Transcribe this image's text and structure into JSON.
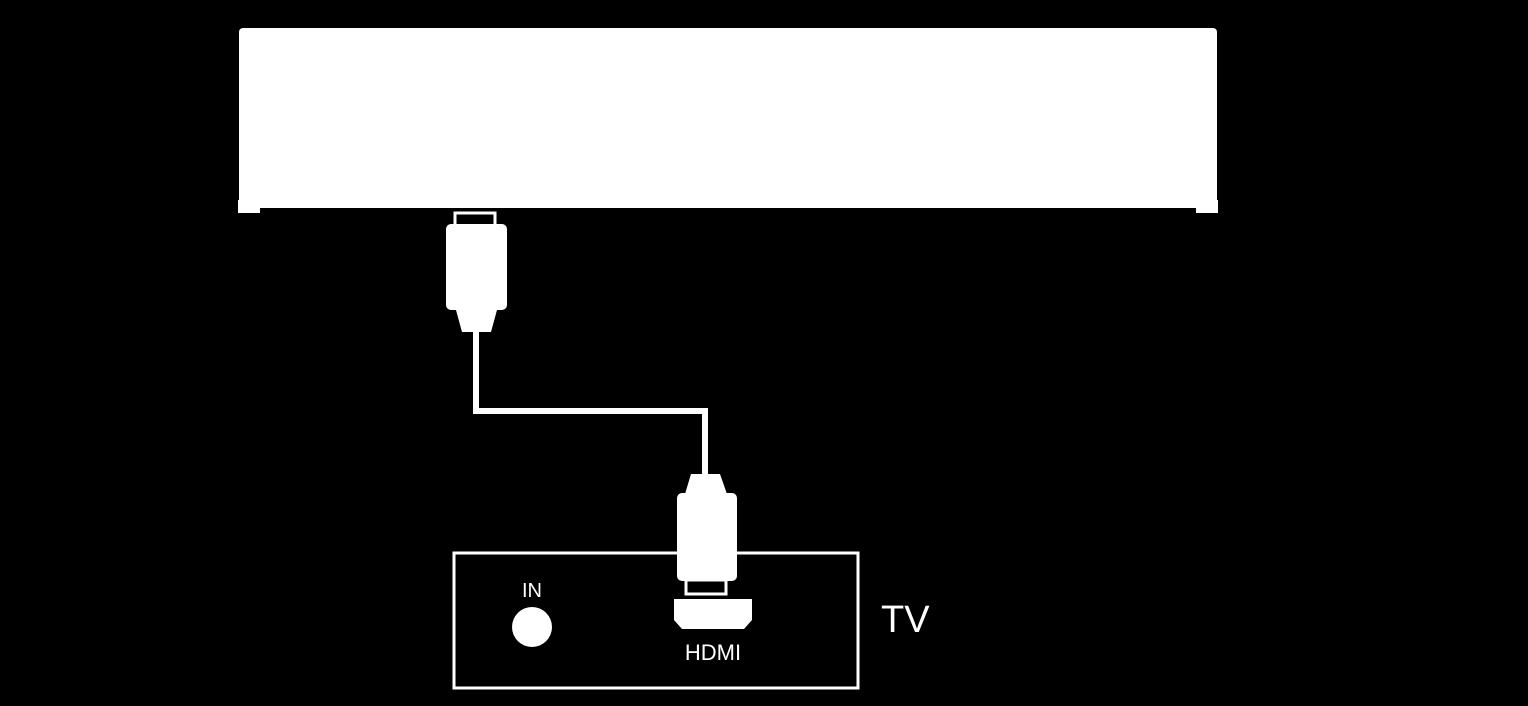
{
  "colors": {
    "background": "#000000",
    "foreground": "#ffffff"
  },
  "tv_panel": {
    "label": "TV",
    "ports": [
      {
        "label": "IN",
        "icon": "round-jack-icon"
      },
      {
        "label": "HDMI",
        "icon": "hdmi-port-icon"
      }
    ]
  },
  "source_device": {
    "icon": "set-top-box-icon"
  },
  "cable": {
    "icon": "hdmi-cable-icon"
  }
}
